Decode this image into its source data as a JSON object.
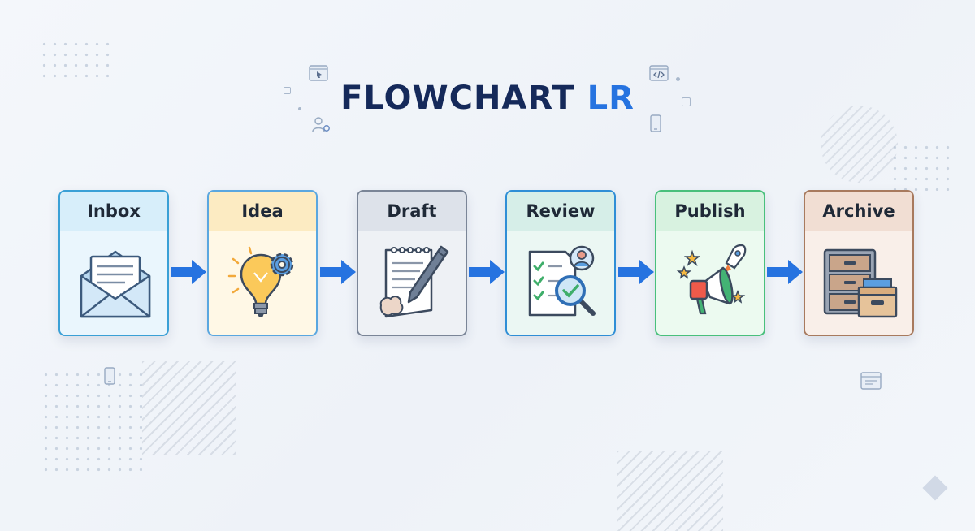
{
  "title": {
    "main": "FLOWCHART",
    "accent": "LR"
  },
  "nodes": [
    {
      "label": "Inbox",
      "icon": "envelope-icon",
      "border": "#3aa0d6",
      "header": "#d7eefa",
      "body": "#eaf6fd"
    },
    {
      "label": "Idea",
      "icon": "lightbulb-gear-icon",
      "border": "#5aa7e0",
      "header": "#fcebc2",
      "body": "#fff8e6"
    },
    {
      "label": "Draft",
      "icon": "notepad-pen-icon",
      "border": "#7a8597",
      "header": "#dde2ea",
      "body": "#eef1f5"
    },
    {
      "label": "Review",
      "icon": "checklist-magnifier-icon",
      "border": "#2f8ed6",
      "header": "#d6eee8",
      "body": "#ebf7f3"
    },
    {
      "label": "Publish",
      "icon": "megaphone-rocket-icon",
      "border": "#49c07c",
      "header": "#d8f2e0",
      "body": "#ecfaf0"
    },
    {
      "label": "Archive",
      "icon": "cabinet-box-icon",
      "border": "#a87a5e",
      "header": "#f1ded3",
      "body": "#f9efe9"
    }
  ],
  "colors": {
    "arrow": "#2673e0",
    "title": "#15295a",
    "accent": "#2673e0"
  }
}
